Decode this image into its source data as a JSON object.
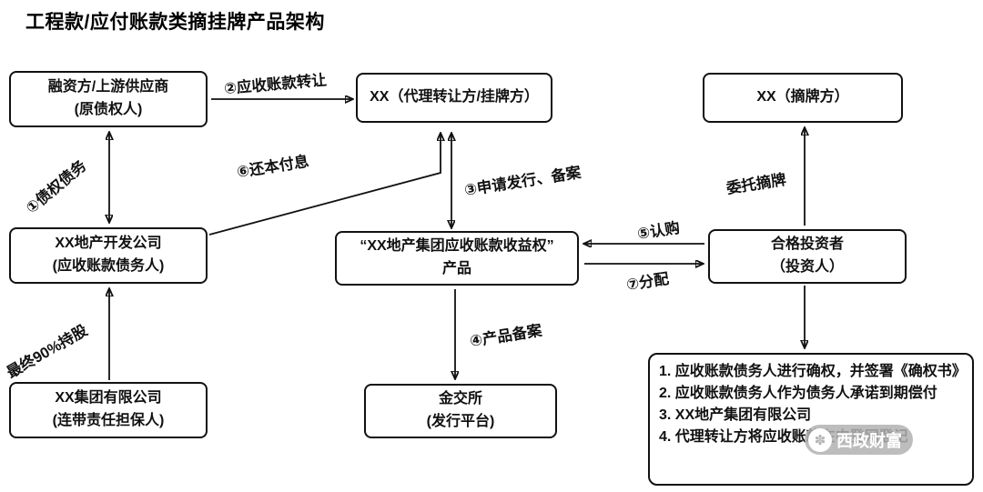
{
  "title": "工程款/应付账款类摘挂牌产品架构",
  "boxes": {
    "financier": {
      "line1": "融资方/上游供应商",
      "line2": "(原债权人)"
    },
    "agent": {
      "line1": "XX（代理转让方/挂牌方）"
    },
    "delister": {
      "line1": "XX（摘牌方）"
    },
    "developer": {
      "line1": "XX地产开发公司",
      "line2": "(应收账款债务人)"
    },
    "product": {
      "line1": "“XX地产集团应收账款收益权”",
      "line2": "产品"
    },
    "investor": {
      "line1": "合格投资者",
      "line2": "（投资人）"
    },
    "group": {
      "line1": "XX集团有限公司",
      "line2": "(连带责任担保人)"
    },
    "exchange": {
      "line1": "金交所",
      "line2": "(发行平台)"
    }
  },
  "arrow_labels": {
    "claim_debt": "①债权债务",
    "receivable_transfer": "②应收账款转让",
    "apply_issue": "③申请发行、备案",
    "product_filing": "④产品备案",
    "subscribe": "⑤认购",
    "repay": "⑥还本付息",
    "distribute": "⑦分配",
    "entrust_delist": "委托摘牌",
    "shareholding": "最终90%持股"
  },
  "notes": {
    "items": [
      "1. 应收账款债务人进行确权，并签署《确权书》",
      "2. 应收账款债务人作为债务人承诺到期偿付",
      "3. XX地产集团有限公司",
      "4. 代理转让方将应收账款在中登网登记"
    ]
  },
  "watermark": {
    "text": "西政财富"
  },
  "colors": {
    "line": "#000000",
    "background": "#ffffff"
  }
}
